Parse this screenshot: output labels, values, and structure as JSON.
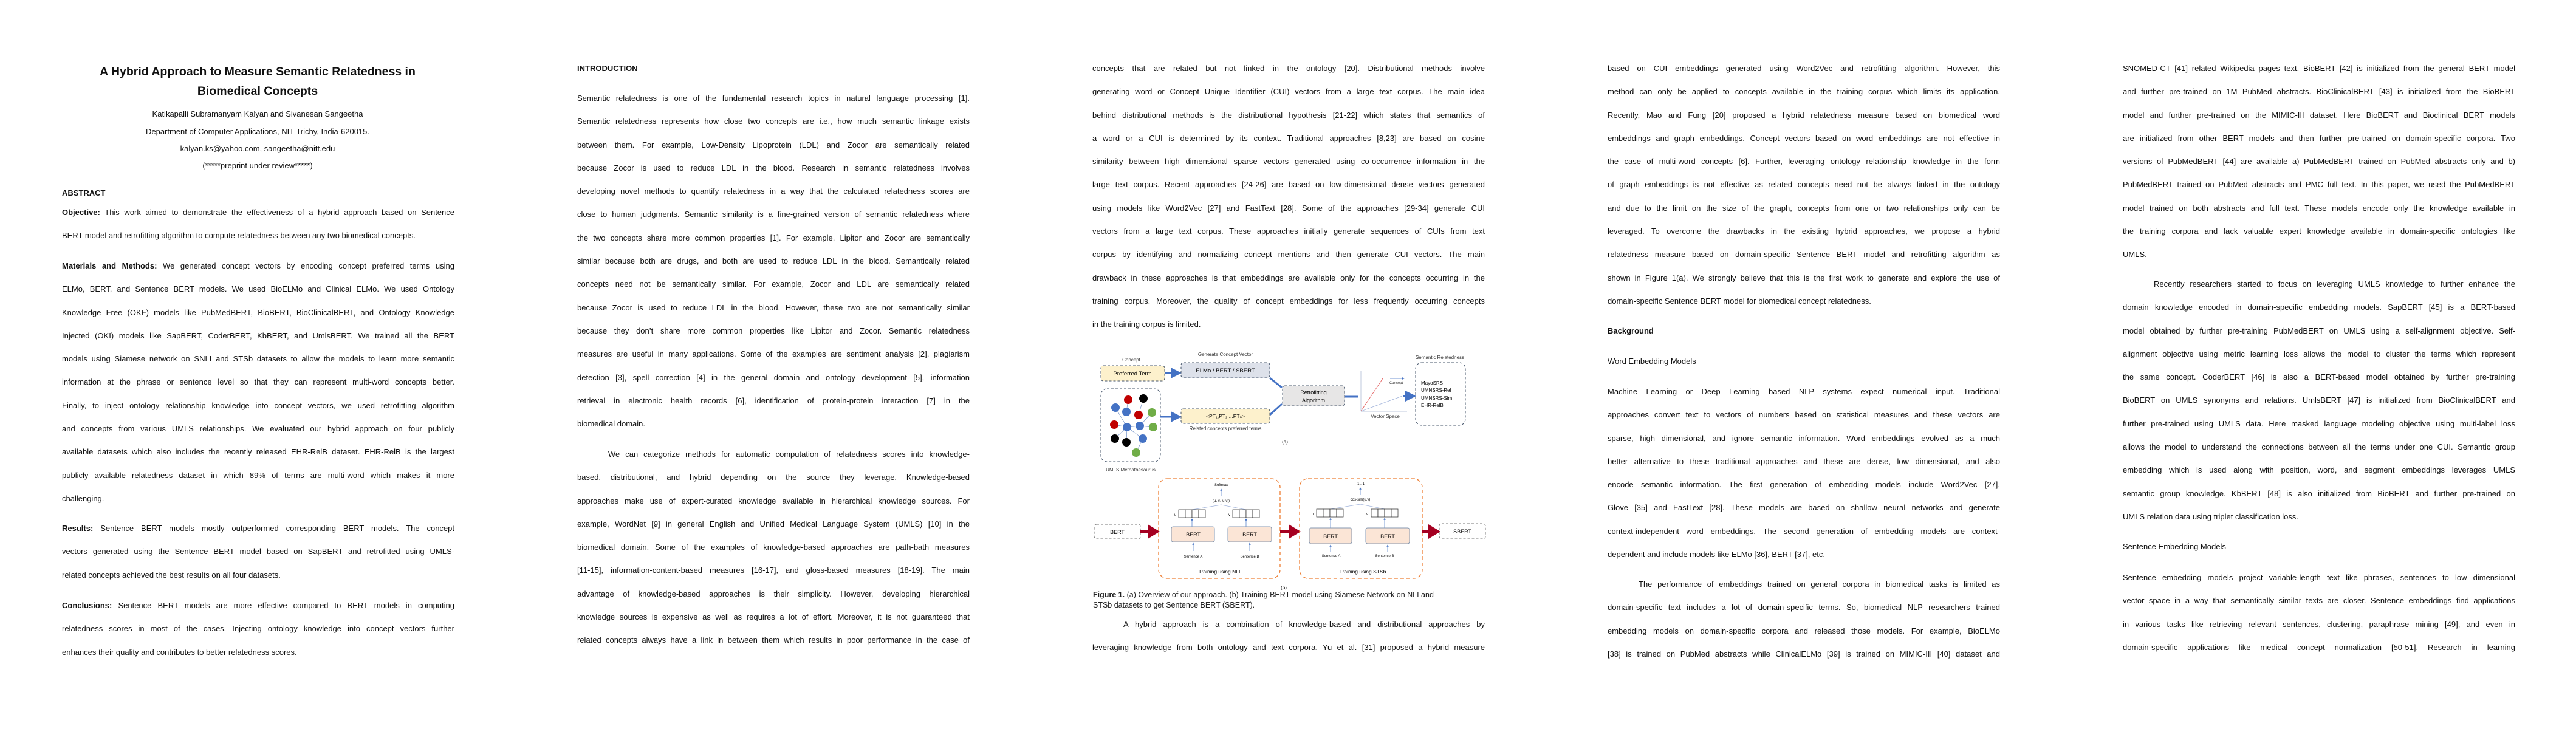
{
  "page1": {
    "title": [
      "A Hybrid Approach to Measure Semantic Relatedness in",
      "Biomedical Concepts"
    ],
    "authors": "Katikapalli Subramanyam Kalyan and Sivanesan Sangeetha",
    "affiliation": "Department of Computer Applications, NIT Trichy, India-620015.",
    "emails": "kalyan.ks@yahoo.com, sangeetha@nitt.edu",
    "note": "(*****preprint under review*****)",
    "abstract_heading": "ABSTRACT",
    "objective": {
      "lead": "Objective:",
      "lines": [
        "This work aimed to demonstrate the effectiveness of a hybrid approach based on Sentence",
        "BERT model and retrofitting algorithm to compute relatedness between any two biomedical concepts."
      ]
    },
    "methods": {
      "lead": "Materials and Methods:",
      "lines": [
        "We generated concept vectors by encoding concept preferred terms using",
        "ELMo, BERT, and Sentence BERT models. We used BioELMo and Clinical ELMo. We used Ontology",
        "Knowledge Free (OKF) models like PubMedBERT, BioBERT, BioClinicalBERT, and Ontology Knowledge",
        "Injected (OKI) models like SapBERT, CoderBERT, KbBERT, and UmlsBERT. We trained all the BERT",
        "models using Siamese network on SNLI and STSb datasets to allow the models to learn more semantic",
        "information at the phrase or sentence level so that they can represent multi-word concepts better.",
        "Finally, to inject ontology relationship knowledge into concept vectors, we used retrofitting algorithm",
        "and concepts from various UMLS relationships. We evaluated our hybrid approach on four publicly",
        "available datasets which also includes the recently released EHR-RelB dataset. EHR-RelB is the largest",
        "publicly available relatedness dataset in which 89% of terms are multi-word which makes it more",
        "challenging."
      ]
    },
    "results": {
      "lead": "Results:",
      "lines": [
        "Sentence BERT models mostly outperformed corresponding BERT models. The concept",
        "vectors generated using the Sentence BERT model based on SapBERT and retrofitted using UMLS-",
        "related concepts achieved the best results on all four datasets."
      ]
    },
    "conclusions": {
      "lead": "Conclusions:",
      "lines": [
        "Sentence BERT models are more effective compared to BERT models in computing",
        "relatedness scores in most of the cases. Injecting ontology knowledge into concept vectors further",
        "enhances their quality and contributes to better relatedness scores."
      ]
    }
  },
  "page2": {
    "heading": "INTRODUCTION",
    "p1": [
      "Semantic relatedness is one of the fundamental research topics in natural language processing [1].",
      "Semantic relatedness represents how close two concepts are i.e., how much semantic linkage exists",
      "between them. For example, Low-Density Lipoprotein (LDL) and Zocor are semantically related",
      "because Zocor is used to reduce LDL in the blood. Research in semantic relatedness involves",
      "developing novel methods to quantify relatedness in a way that the calculated relatedness scores are",
      "close to human judgments. Semantic similarity is a fine-grained version of semantic relatedness where",
      "the two concepts share more common properties [1]. For example, Lipitor and Zocor are semantically",
      "similar because both are drugs, and both are used to reduce LDL in the blood. Semantically related",
      "concepts need not be semantically similar. For example, Zocor and LDL are semantically related",
      "because Zocor is used to reduce LDL in the blood. However, these two are not semantically similar",
      "because they don’t share more common properties like Lipitor and Zocor.  Semantic relatedness",
      "measures are useful in many applications.  Some of the examples are sentiment analysis [2], plagiarism",
      "detection [3], spell correction [4] in the general domain and ontology development [5], information",
      "retrieval in electronic health records [6], identification of protein-protein interaction [7] in the",
      "biomedical domain."
    ],
    "p2": [
      "We can categorize methods for automatic computation of relatedness scores into knowledge-",
      "based, distributional, and hybrid depending on the source they leverage. Knowledge-based",
      "approaches make use of expert-curated knowledge available in hierarchical knowledge sources. For",
      "example, WordNet [9] in general English and Unified Medical Language System (UMLS) [10] in the",
      "biomedical domain. Some of the examples of knowledge-based approaches are path-bath measures",
      "[11-15], information-content-based measures [16-17], and gloss-based measures [18-19]. The main",
      "advantage of knowledge-based approaches is their simplicity. However, developing hierarchical",
      "knowledge sources is expensive as well as requires a lot of effort. Moreover, it is not guaranteed that",
      "related concepts always have a link in between them which results in poor performance in the case of"
    ]
  },
  "page3": {
    "p1": [
      "concepts that are related but not linked in the ontology [20].  Distributional methods involve",
      "generating word or Concept Unique Identifier (CUI) vectors from a large text corpus. The main idea",
      "behind distributional methods is the distributional hypothesis [21-22] which states that semantics of",
      "a word or a CUI is determined by its context. Traditional approaches [8,23] are based on cosine",
      "similarity between high dimensional sparse vectors generated using co-occurrence information in the",
      "large text corpus. Recent approaches [24-26] are based on low-dimensional dense vectors generated",
      "using models like Word2Vec [27] and FastText [28]. Some of the approaches [29-34] generate CUI",
      "vectors from a large text corpus. These approaches initially generate sequences of CUIs from text",
      "corpus by identifying and normalizing concept mentions and then generate CUI vectors. The main",
      "drawback in these approaches is that embeddings are available only for the concepts occurring in the",
      "training corpus. Moreover, the quality of concept embeddings for less frequently occurring concepts",
      "in the training corpus is limited."
    ],
    "figure": {
      "a": {
        "concept_label": "Concept",
        "preferred_term": "Preferred Term",
        "generate_label": "Generate Concept Vector",
        "encoders": "ELMo /  BERT / SBERT",
        "retrofitting": [
          "Retrofitting",
          "Algorithm"
        ],
        "pt_list": "<PT₁,PT₂,...PTₙ>",
        "related_label": "Related concepts preferred terms",
        "vector_concept": "Concept",
        "vector_space": "Vector Space",
        "sr_label": "Semantic Relatedness",
        "datasets": [
          "MayoSRS",
          "UMNSRS-Rel",
          "UMNSRS-Sim",
          "EHR-RelB"
        ],
        "umls_label": "UMLS Methathesaurus",
        "panel_label": "(a)"
      },
      "b": {
        "bert_input": "BERT",
        "bert": "BERT",
        "softmax": "Softmax",
        "concat": "(u, v, |u-v|)",
        "u": "u",
        "v": "v",
        "sentence_a": "Sentence A",
        "sentence_b": "Sentence B",
        "nli_label": "Training using NLI",
        "range": "-1...1",
        "cos_sim": "cos-sim(u,v)",
        "sts_label": "Training using STSb",
        "sbert_output": "SBERT",
        "panel_label": "(b)"
      }
    },
    "caption": {
      "lead": "Figure 1.",
      "lines": [
        " (a) Overview of our approach. (b) Training BERT model using Siamese Network on NLI and",
        "STSb datasets to get Sentence BERT (SBERT)."
      ]
    },
    "p2": [
      "A hybrid approach is a combination of knowledge-based and distributional approaches by",
      "leveraging knowledge from both ontology and text corpora. Yu et al. [31] proposed a hybrid measure"
    ]
  },
  "page4": {
    "p1": [
      "based on CUI embeddings generated using Word2Vec and retrofitting algorithm. However, this",
      "method can only be applied to concepts available in the training corpus which limits its application.",
      "Recently, Mao and Fung [20] proposed a hybrid relatedness measure based on biomedical word",
      "embeddings and graph embeddings. Concept vectors based on word embeddings are not effective in",
      "the case of multi-word concepts [6]. Further, leveraging ontology relationship knowledge in the form",
      "of graph embeddings is not effective as related concepts need not be always linked in the ontology",
      "and due to the limit on the size of the graph, concepts from one or two relationships only can be",
      "leveraged. To overcome the drawbacks in the existing hybrid approaches, we propose a hybrid",
      "relatedness measure based on domain-specific Sentence BERT model and retrofitting algorithm as",
      "shown in Figure 1(a). We strongly believe that this is the first work to generate and explore the use of",
      "domain-specific Sentence BERT model for biomedical concept relatedness."
    ],
    "background_heading": "Background",
    "subheading": "Word Embedding Models",
    "p2": [
      "Machine Learning or Deep Learning based NLP systems expect numerical input. Traditional",
      "approaches convert text to vectors of numbers based on statistical measures and these vectors are",
      "sparse, high dimensional, and ignore semantic information. Word embeddings evolved as a much",
      "better alternative to these traditional approaches and these are dense, low dimensional, and also",
      "encode semantic information. The first generation of embedding models include Word2Vec [27],",
      "Glove [35] and FastText [28]. These models are based on shallow neural networks and generate",
      "context-independent word embeddings. The second generation of embedding models are context-",
      "dependent and include models like ELMo [36], BERT [37], etc."
    ],
    "p3": [
      "The performance of embeddings trained on general corpora in biomedical tasks is limited as",
      "domain-specific text includes a lot of domain-specific terms. So, biomedical NLP researchers trained",
      "embedding models on domain-specific corpora and released those models. For example, BioELMo",
      "[38] is trained on PubMed abstracts while ClinicalELMo [39] is trained on MIMIC-III [40] dataset and"
    ]
  },
  "page5": {
    "p1": [
      "SNOMED-CT [41] related Wikipedia pages text. BioBERT [42] is initialized from the general BERT model",
      "and further pre-trained on 1M PubMed abstracts. BioClinicalBERT [43] is initialized from the BioBERT",
      "model and further pre-trained on the MIMIC-III dataset. Here BioBERT and Bioclinical BERT models",
      "are initialized from other BERT models and then further pre-trained on domain-specific corpora. Two",
      "versions of PubMedBERT [44] are available a) PubMedBERT trained on PubMed abstracts only and b)",
      "PubMedBERT trained on PubMed abstracts and PMC full text. In this paper, we used the PubMedBERT",
      "model trained on both abstracts and full text. These models encode only the knowledge available in",
      "the training corpora and lack valuable expert knowledge available in domain-specific ontologies like",
      "UMLS."
    ],
    "p2": [
      "Recently researchers started to focus on leveraging UMLS knowledge to further enhance the",
      "domain knowledge encoded in domain-specific embedding models. SapBERT [45] is a BERT-based",
      "model obtained by further pre-training PubMedBERT on UMLS using a self-alignment objective. Self-",
      "alignment objective using metric learning loss allows the model to cluster the terms which represent",
      "the same concept. CoderBERT [46] is also a BERT-based model obtained by further pre-training",
      "BioBERT on UMLS synonyms and relations. UmlsBERT [47] is initialized from BioClinicalBERT and",
      "further pre-trained using UMLS data. Here masked language modeling objective using multi-label loss",
      "allows the model to understand the connections between all the terms under one CUI. Semantic group",
      "embedding which is used along with position, word, and segment embeddings leverages UMLS",
      "semantic group knowledge. KbBERT [48] is also initialized from BioBERT and further pre-trained on",
      "UMLS relation data using triplet classification loss."
    ],
    "subheading": "Sentence Embedding Models",
    "p3": [
      "Sentence embedding models project variable-length text like phrases, sentences to low dimensional",
      "vector space in a way that semantically similar texts are closer. Sentence embeddings find applications",
      "in various tasks like retrieving relevant sentences, clustering, paraphrase mining [49], and even in",
      "domain-specific applications like medical concept normalization [50-51]. Research in learning"
    ]
  },
  "colors": {
    "concept_box": "#fdf1cc",
    "encoder_box": "#dde1ea",
    "arrow_blue": "#4472c4",
    "training_border": "#ed7d31",
    "bert_box": "#fbe5d6",
    "flow_arrow": "#a50021"
  }
}
